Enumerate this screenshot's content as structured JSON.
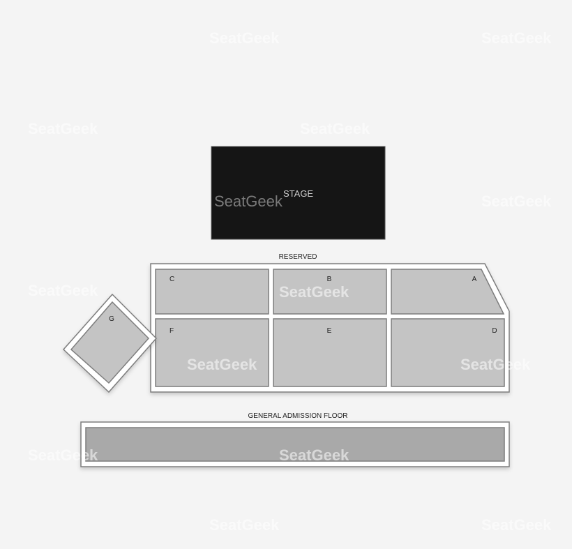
{
  "watermark": "SeatGeek",
  "labels": {
    "stage": "STAGE",
    "reserved": "RESERVED",
    "ga_floor": "GENERAL ADMISSION FLOOR"
  },
  "sections": {
    "a": "A",
    "b": "B",
    "c": "C",
    "d": "D",
    "e": "E",
    "f": "F",
    "g": "G"
  },
  "colors": {
    "background": "#f4f4f4",
    "stage": "#151515",
    "section_fill": "#c4c4c4",
    "ga_fill": "#a9a9a9",
    "border": "#ffffff",
    "outline": "#7d7d7d"
  }
}
